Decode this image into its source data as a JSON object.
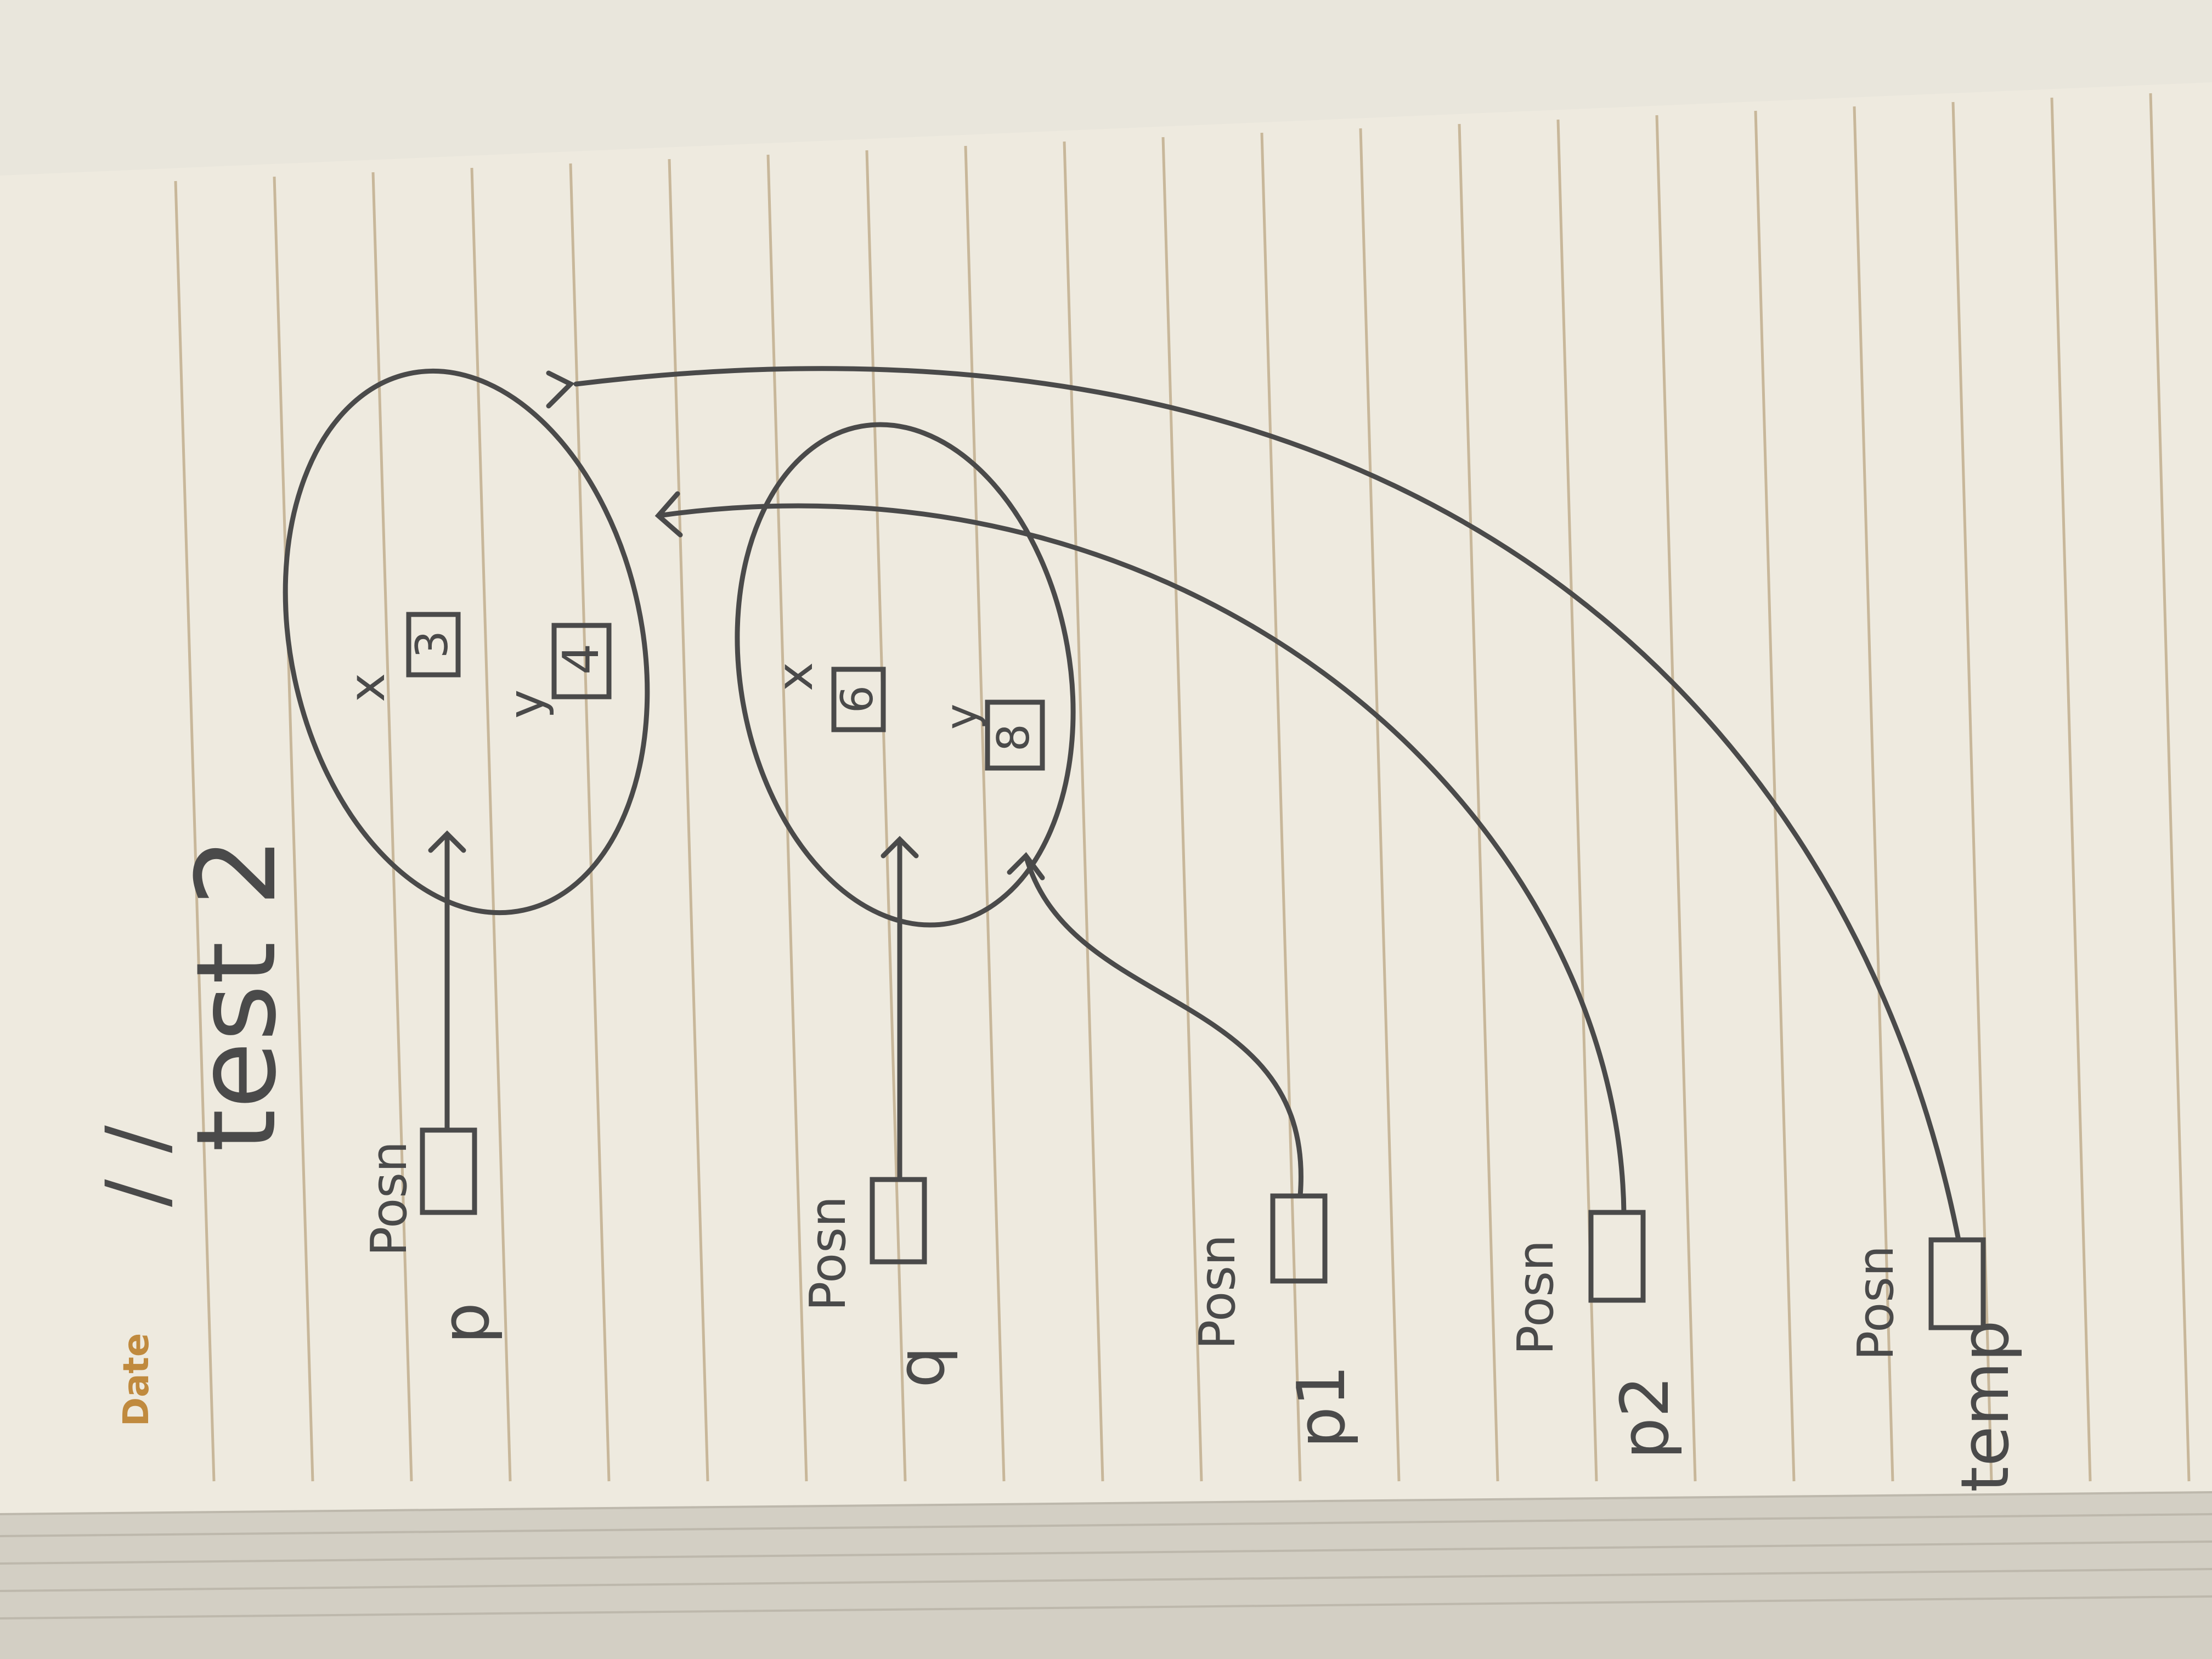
{
  "page": {
    "date_label": "Date",
    "date_slashes": "/ /",
    "title": "test 2"
  },
  "diagram": {
    "variables": [
      {
        "name": "p",
        "type": "Posn"
      },
      {
        "name": "q",
        "type": "Posn"
      },
      {
        "name": "p1",
        "type": "Posn"
      },
      {
        "name": "p2",
        "type": "Posn"
      },
      {
        "name": "temp",
        "type": "Posn"
      }
    ],
    "objects": [
      {
        "fields": [
          {
            "name": "x",
            "value": "3"
          },
          {
            "name": "y",
            "value": "4"
          }
        ]
      },
      {
        "fields": [
          {
            "name": "x",
            "value": "6"
          },
          {
            "name": "y",
            "value": "8"
          }
        ]
      }
    ]
  },
  "colors": {
    "paper": "#eeeadf",
    "page_edge": "#d9d5cb",
    "rule_line": "#c8b79a",
    "pencil": "#4a4a4a",
    "printed_label": "#c08a3e",
    "background": "#3a3733"
  }
}
